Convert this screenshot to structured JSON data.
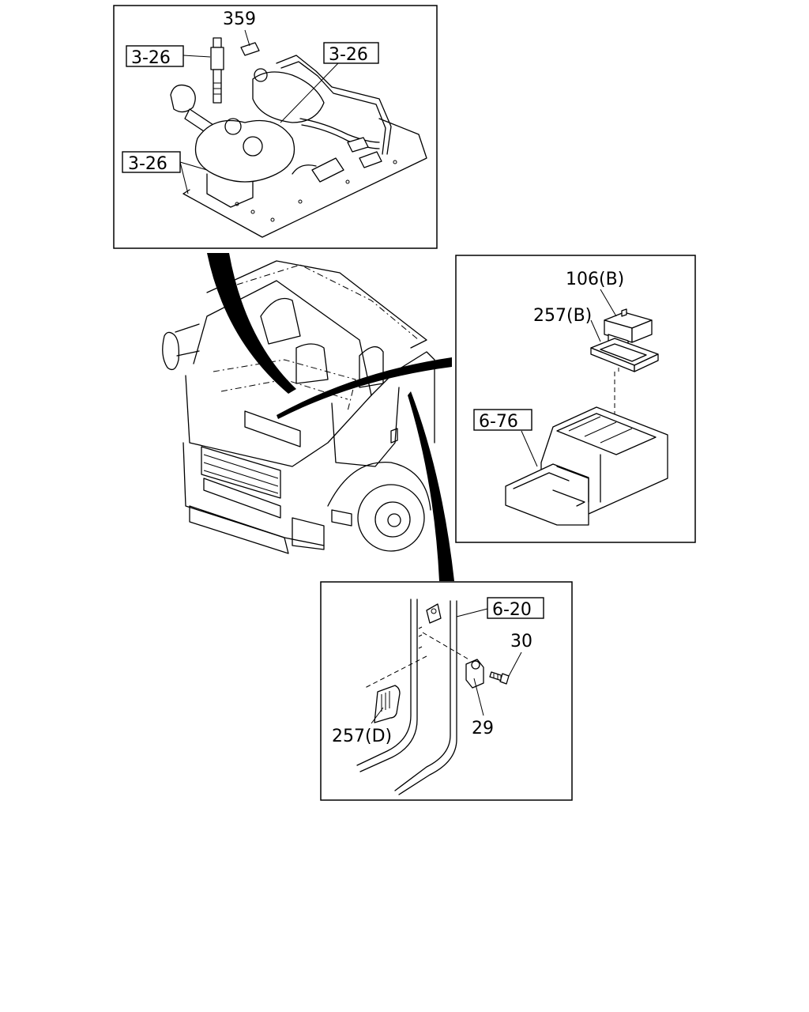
{
  "panels": {
    "top_left": {
      "callouts": {
        "part_359": "359",
        "ref_a": "3-26",
        "ref_b": "3-26",
        "ref_c": "3-26"
      }
    },
    "right": {
      "callouts": {
        "part_106b": "106(B)",
        "part_257b": "257(B)",
        "ref_676": "6-76"
      }
    },
    "bottom": {
      "callouts": {
        "ref_620": "6-20",
        "part_30": "30",
        "part_29": "29",
        "part_257d": "257(D)"
      }
    }
  }
}
